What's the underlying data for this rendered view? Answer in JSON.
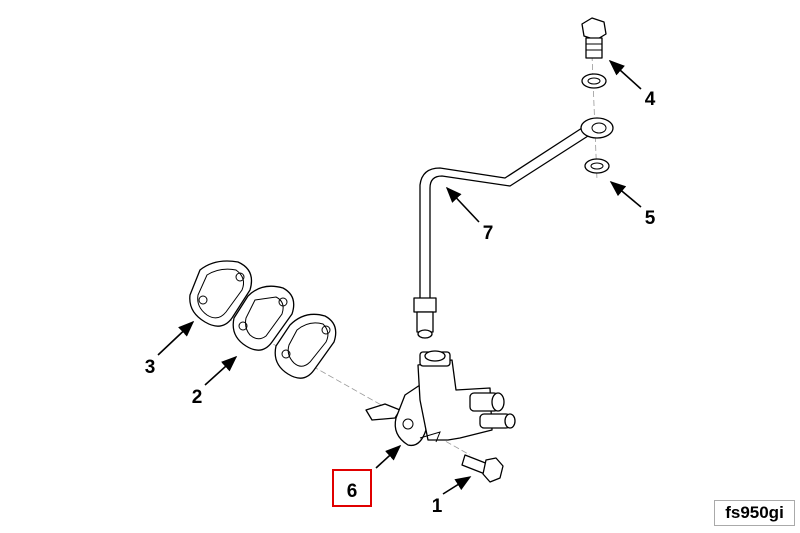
{
  "diagram": {
    "callouts": [
      {
        "id": "1",
        "label": "1",
        "part": "bolt"
      },
      {
        "id": "2",
        "label": "2",
        "part": "gasket-middle"
      },
      {
        "id": "3",
        "label": "3",
        "part": "gasket-outer"
      },
      {
        "id": "4",
        "label": "4",
        "part": "banjo-bolt"
      },
      {
        "id": "5",
        "label": "5",
        "part": "sealing-washer"
      },
      {
        "id": "6",
        "label": "6",
        "part": "fuel-pump",
        "highlighted": true
      },
      {
        "id": "7",
        "label": "7",
        "part": "fuel-line"
      }
    ],
    "highlight_color": "#e00000",
    "reference_code": "fs950gi"
  }
}
